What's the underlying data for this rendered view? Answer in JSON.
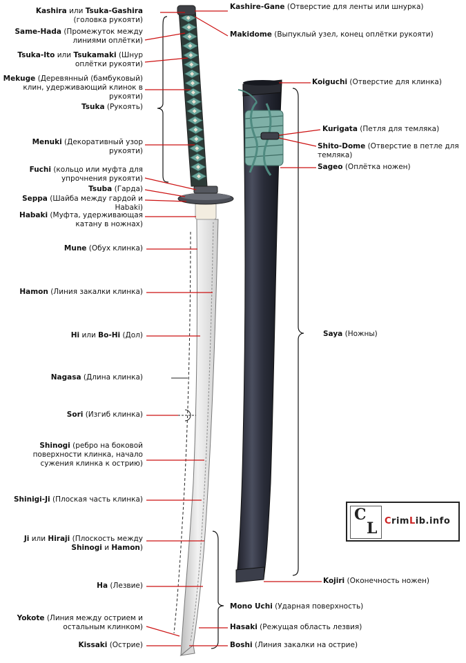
{
  "left_labels": [
    {
      "id": "kashira",
      "term": "Kashira",
      "mid": " или ",
      "term2": "Tsuka-Gashira",
      "desc": "(головка рукояти)"
    },
    {
      "id": "same-hada",
      "term": "Same-Hada",
      "desc": "(Промежуток между линиями оплётки)"
    },
    {
      "id": "tsuka-ito",
      "term": "Tsuka-Ito",
      "mid": " или ",
      "term2": "Tsukamaki",
      "desc": "(Шнур оплётки рукояти)"
    },
    {
      "id": "mekuge",
      "term": "Mekuge",
      "desc": "(Деревянный (бамбуковый) клин, удерживающий клинок в рукояти)"
    },
    {
      "id": "tsuka",
      "term": "Tsuka",
      "desc": "(Рукоять)"
    },
    {
      "id": "menuki",
      "term": "Menuki",
      "desc": "(Декоративный узор рукояти)"
    },
    {
      "id": "fuchi",
      "term": "Fuchi",
      "desc": "(кольцо или муфта для упрочнения рукояти)"
    },
    {
      "id": "tsuba",
      "term": "Tsuba",
      "desc": "(Гарда)"
    },
    {
      "id": "seppa",
      "term": "Seppa",
      "desc": "(Шайба между гардой и Habaki)"
    },
    {
      "id": "habaki",
      "term": "Habaki",
      "desc": "(Муфта, удерживающая катану в ножнах)"
    },
    {
      "id": "mune",
      "term": "Mune",
      "desc": "(Обух клинка)"
    },
    {
      "id": "hamon",
      "term": "Hamon",
      "desc": "(Линия закалки клинка)"
    },
    {
      "id": "hi",
      "term": "Hi",
      "mid": " или ",
      "term2": "Bo-Hi",
      "desc": "(Дол)"
    },
    {
      "id": "nagasa",
      "term": "Nagasa",
      "desc": "(Длина клинка)"
    },
    {
      "id": "sori",
      "term": "Sori",
      "desc": "(Изгиб клинка)"
    },
    {
      "id": "shinogi",
      "term": "Shinogi",
      "desc": "(ребро на боковой поверхности клинка, начало сужения клинка к острию)"
    },
    {
      "id": "shinigi-ji",
      "term": "Shinigi-Ji",
      "desc": "(Плоская часть клинка)"
    },
    {
      "id": "ji",
      "term": "Ji",
      "mid": " или ",
      "term2": "Hiraji",
      "desc": "(Плоскость между",
      "tail1": "Shinogi",
      "tail_mid": " и ",
      "tail2": "Hamon",
      "tail_end": ")"
    },
    {
      "id": "ha",
      "term": "Ha",
      "desc": "(Лезвие)"
    },
    {
      "id": "yokote",
      "term": "Yokote",
      "desc": "(Линия между острием и остальным клинком)"
    },
    {
      "id": "kissaki",
      "term": "Kissaki",
      "desc": "(Острие)"
    }
  ],
  "right_labels": [
    {
      "id": "kashire-gane",
      "term": "Kashire-Gane",
      "desc": "(Отверстие для ленты или шнурка)"
    },
    {
      "id": "makidome",
      "term": "Makidome",
      "desc": "(Выпуклый узел, конец оплётки рукояти)"
    },
    {
      "id": "koiguchi",
      "term": "Koiguchi",
      "desc": "(Отверстие для клинка)"
    },
    {
      "id": "kurigata",
      "term": "Kurigata",
      "desc": "(Петля для темляка)"
    },
    {
      "id": "shito-dome",
      "term": "Shito-Dome",
      "desc": "(Отверстие в петле для темляка)"
    },
    {
      "id": "sageo",
      "term": "Sageo",
      "desc": "(Оплётка ножен)"
    },
    {
      "id": "saya",
      "term": "Saya",
      "desc": "(Ножны)"
    },
    {
      "id": "kojiri",
      "term": "Kojiri",
      "desc": "(Оконечность ножен)"
    },
    {
      "id": "mono-uchi",
      "term": "Mono Uchi",
      "desc": "(Ударная поверхность)"
    },
    {
      "id": "hasaki",
      "term": "Hasaki",
      "desc": "(Режущая область лезвия)"
    },
    {
      "id": "boshi",
      "term": "Boshi",
      "desc": "(Линия закалки на острие)"
    }
  ],
  "logo": {
    "letter1": "C",
    "letter2": "L",
    "brand_a": "C",
    "brand_b": "rim",
    "brand_c": "L",
    "brand_d": "ib.info"
  },
  "colors": {
    "leader": "#cc1111",
    "handle_wrap": "#6aa39a",
    "scabbard": "#2b2e3a",
    "blade": "#e3e3e3"
  }
}
